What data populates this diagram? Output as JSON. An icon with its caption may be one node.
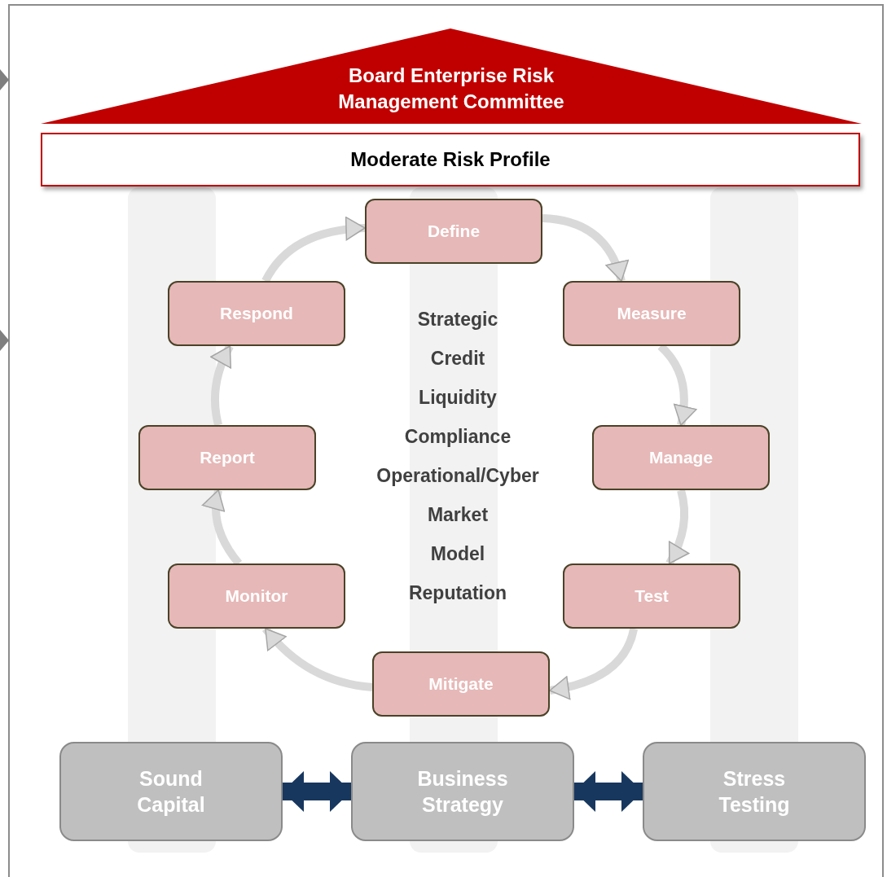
{
  "diagram": {
    "nodes": [
      {
        "text": [
          "Board Enterprise Risk Management Committee"
        ]
      },
      {
        "text": [
          "Moderate Risk Profile"
        ]
      },
      {
        "text": [
          "Define"
        ]
      },
      {
        "text": [
          "Measure"
        ]
      },
      {
        "text": [
          "Manage"
        ]
      },
      {
        "text": [
          "Test"
        ]
      },
      {
        "text": [
          "Mitigate"
        ]
      },
      {
        "text": [
          "Monitor"
        ]
      },
      {
        "text": [
          "Report"
        ]
      },
      {
        "text": [
          "Respond"
        ]
      },
      {
        "text": [
          "Sound Capital"
        ]
      },
      {
        "text": [
          "Business Strategy"
        ]
      },
      {
        "text": [
          "Stress Testing"
        ]
      }
    ],
    "edges": [
      {
        "from": 2,
        "to": 3,
        "arrow": "to"
      },
      {
        "from": 3,
        "to": 4,
        "arrow": "to"
      },
      {
        "from": 4,
        "to": 5,
        "arrow": "to"
      },
      {
        "from": 5,
        "to": 6,
        "arrow": "to"
      },
      {
        "from": 6,
        "to": 7,
        "arrow": "to"
      },
      {
        "from": 7,
        "to": 8,
        "arrow": "to"
      },
      {
        "from": 8,
        "to": 9,
        "arrow": "to"
      },
      {
        "from": 9,
        "to": 2,
        "arrow": "to"
      },
      {
        "from": 10,
        "to": 11,
        "arrow": "both",
        "style": "thick",
        "color": "#17375e"
      },
      {
        "from": 11,
        "to": 12,
        "arrow": "both",
        "style": "thick",
        "color": "#17375e"
      }
    ],
    "labels": [
      "Strategic",
      "Credit",
      "Liquidity",
      "Compliance",
      "Operational/Cyber",
      "Market",
      "Model",
      "Reputation"
    ]
  }
}
